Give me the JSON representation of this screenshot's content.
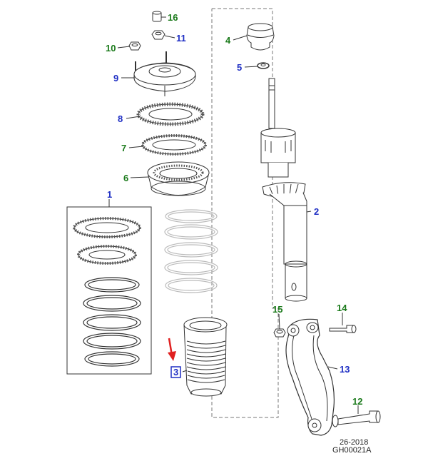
{
  "diagram": {
    "callouts": [
      {
        "id": "1",
        "label": "1",
        "color": "#1f2fc4"
      },
      {
        "id": "2",
        "label": "2",
        "color": "#1f2fc4"
      },
      {
        "id": "3",
        "label": "3",
        "color": "#1f2fc4",
        "highlighted": true
      },
      {
        "id": "4",
        "label": "4",
        "color": "#1b7a1b"
      },
      {
        "id": "5",
        "label": "5",
        "color": "#1f2fc4"
      },
      {
        "id": "6",
        "label": "6",
        "color": "#1b7a1b"
      },
      {
        "id": "7",
        "label": "7",
        "color": "#1b7a1b"
      },
      {
        "id": "8",
        "label": "8",
        "color": "#1f2fc4"
      },
      {
        "id": "9",
        "label": "9",
        "color": "#1f2fc4"
      },
      {
        "id": "10",
        "label": "10",
        "color": "#1b7a1b"
      },
      {
        "id": "11",
        "label": "11",
        "color": "#1f2fc4"
      },
      {
        "id": "12",
        "label": "12",
        "color": "#1b7a1b"
      },
      {
        "id": "13",
        "label": "13",
        "color": "#1f2fc4"
      },
      {
        "id": "14",
        "label": "14",
        "color": "#1b7a1b"
      },
      {
        "id": "15",
        "label": "15",
        "color": "#1b7a1b"
      },
      {
        "id": "16",
        "label": "16",
        "color": "#1b7a1b"
      }
    ],
    "highlight_color": "#e02020",
    "reference_code": "26-2018",
    "figure_id": "GH00021A"
  }
}
